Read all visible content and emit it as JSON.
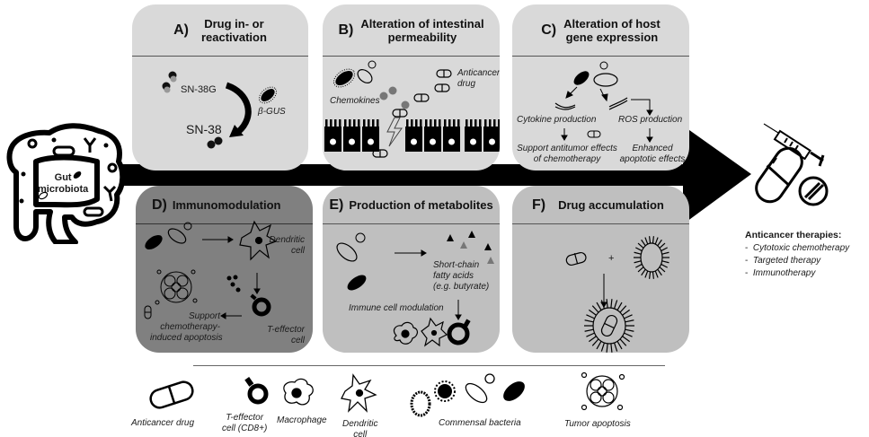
{
  "source": {
    "label": "Gut microbiota",
    "label_line1": "Gut",
    "label_line2": "microbiota",
    "icon": "intestine-icon"
  },
  "panels": [
    {
      "id": "A",
      "letter": "A)",
      "title_line1": "Drug in- or",
      "title_line2": "reactivation",
      "color": "#d9d9d9",
      "labels": {
        "sn38g": "SN-38G",
        "sn38": "SN-38",
        "enzyme": "β-GUS"
      }
    },
    {
      "id": "B",
      "letter": "B)",
      "title_line1": "Alteration of intestinal",
      "title_line2": "permeability",
      "color": "#d9d9d9",
      "labels": {
        "chemokines": "Chemokines",
        "drug_line1": "Anticancer",
        "drug_line2": "drug"
      }
    },
    {
      "id": "C",
      "letter": "C)",
      "title_line1": "Alteration of host",
      "title_line2": "gene expression",
      "color": "#d9d9d9",
      "labels": {
        "cytokine": "Cytokine production",
        "ros": "ROS production",
        "support_line1": "Support antitumor effects",
        "support_line2": "of chemotherapy",
        "enhanced_line1": "Enhanced",
        "enhanced_line2": "apoptotic effects"
      }
    },
    {
      "id": "D",
      "letter": "D)",
      "title_line1": "Immunomodulation",
      "color": "#808080",
      "labels": {
        "dendritic_line1": "Dendritic",
        "dendritic_line2": "cell",
        "teffector_line1": "T-effector",
        "teffector_line2": "cell",
        "support_line1": "Support",
        "support_line2": "chemotherapy-",
        "support_line3": "induced apoptosis"
      }
    },
    {
      "id": "E",
      "letter": "E)",
      "title_line1": "Production of metabolites",
      "color": "#bfbfbf",
      "labels": {
        "scfa_line1": "Short-chain",
        "scfa_line2": "fatty acids",
        "scfa_line3": "(e.g. butyrate)",
        "immune": "Immune cell modulation"
      }
    },
    {
      "id": "F",
      "letter": "F)",
      "title_line1": "Drug accumulation",
      "color": "#bfbfbf",
      "labels": {
        "plus": "+"
      }
    }
  ],
  "target": {
    "icons": [
      "syringe-icon",
      "capsule-icon",
      "tablet-icon"
    ],
    "title": "Anticancer therapies:",
    "items": [
      "Cytotoxic chemotherapy",
      "Targeted therapy",
      "Immunotherapy"
    ]
  },
  "legend": [
    {
      "icon": "capsule-icon",
      "label": "Anticancer drug"
    },
    {
      "icon": "t-cell-icon",
      "label_line1": "T-effector",
      "label_line2": "cell (CD8+)"
    },
    {
      "icon": "macrophage-icon",
      "label": "Macrophage"
    },
    {
      "icon": "dendritic-cell-icon",
      "label_line1": "Dendritic",
      "label_line2": "cell"
    },
    {
      "icon": "bacteria-icon",
      "label": "Commensal bacteria"
    },
    {
      "icon": "tumor-icon",
      "label": "Tumor apoptosis"
    }
  ],
  "colors": {
    "arrow": "#000000",
    "panel_light": "#d9d9d9",
    "panel_dark": "#808080",
    "panel_mid": "#bfbfbf",
    "accent_gray": "#777777"
  }
}
